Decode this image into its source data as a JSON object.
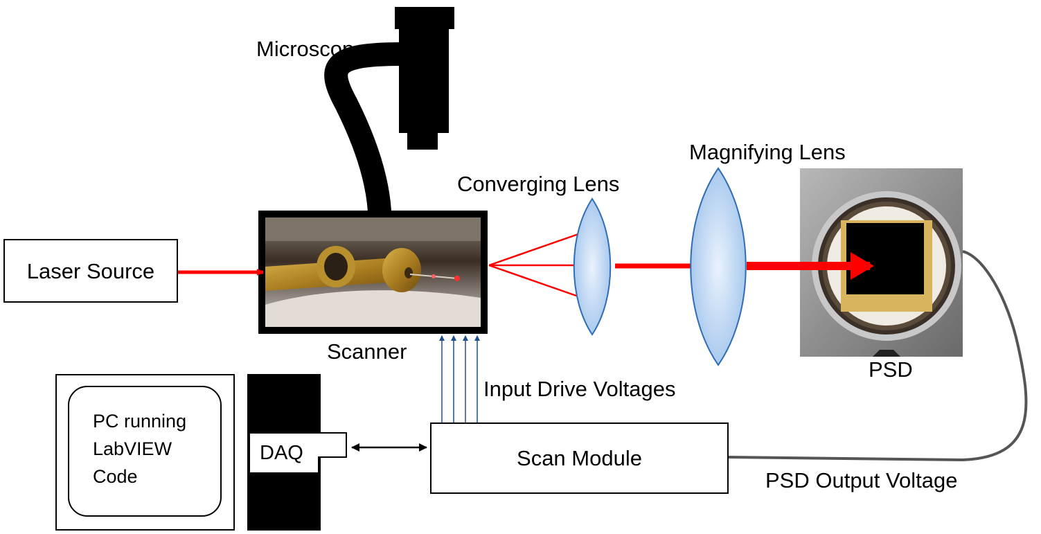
{
  "labels": {
    "microscope": "Microscope",
    "laser_source": "Laser Source",
    "scanner": "Scanner",
    "converging_lens": "Converging Lens",
    "magnifying_lens": "Magnifying Lens",
    "psd": "PSD",
    "input_drive_voltages": "Input Drive Voltages",
    "daq": "DAQ",
    "scan_module": "Scan Module",
    "psd_output_voltage": "PSD Output Voltage",
    "pc_line1": "PC running",
    "pc_line2": "LabVIEW",
    "pc_line3": "Code"
  },
  "colors": {
    "beam": "#ff0000",
    "lens_fill": "#bcd6f2",
    "lens_stroke": "#2e6db4",
    "drive_lines": "#1f4e8c",
    "cable": "#555555"
  }
}
